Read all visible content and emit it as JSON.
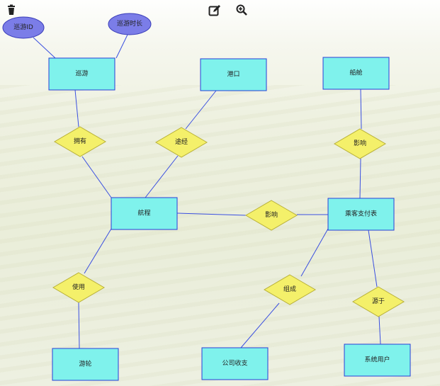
{
  "toolbar": {
    "delete_icon": "trash-icon",
    "edit_icon": "edit-icon",
    "zoom_icon": "zoom-in-icon"
  },
  "colors": {
    "entity_fill": "#7ff2ec",
    "entity_stroke": "#2a3fd6",
    "relation_fill": "#f4f06a",
    "relation_stroke": "#b8b038",
    "attribute_fill": "#7b7de8",
    "attribute_stroke": "#3a3db8",
    "edge": "#3a4fe0"
  },
  "attributes": [
    {
      "id": "a1",
      "label": "巡游ID"
    },
    {
      "id": "a2",
      "label": "巡游时长"
    }
  ],
  "entities": [
    {
      "id": "e_cruise",
      "label": "巡游"
    },
    {
      "id": "e_port",
      "label": "港口"
    },
    {
      "id": "e_cabin",
      "label": "船舱"
    },
    {
      "id": "e_route",
      "label": "航程"
    },
    {
      "id": "e_payment",
      "label": "乘客支付表"
    },
    {
      "id": "e_ship",
      "label": "游轮"
    },
    {
      "id": "e_finance",
      "label": "公司收支"
    },
    {
      "id": "e_user",
      "label": "系统用户"
    }
  ],
  "relations": [
    {
      "id": "r_own",
      "label": "拥有"
    },
    {
      "id": "r_via",
      "label": "途经"
    },
    {
      "id": "r_affect1",
      "label": "影响"
    },
    {
      "id": "r_affect2",
      "label": "影响"
    },
    {
      "id": "r_use",
      "label": "使用"
    },
    {
      "id": "r_compose",
      "label": "组成"
    },
    {
      "id": "r_source",
      "label": "源于"
    }
  ]
}
